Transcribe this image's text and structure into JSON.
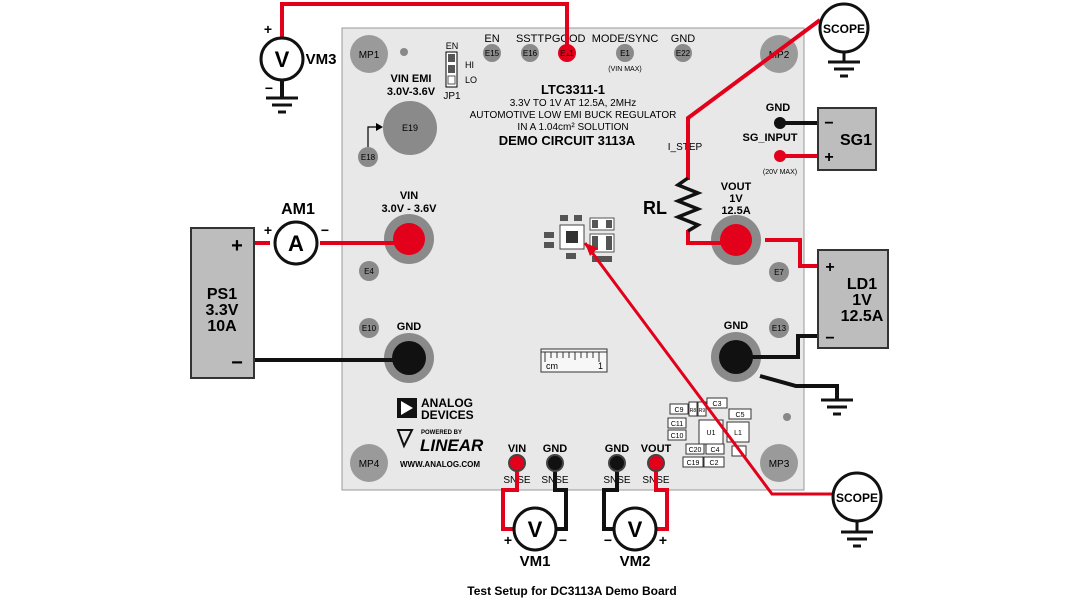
{
  "board": {
    "mp1": "MP1",
    "mp2": "MP2",
    "mp3": "MP3",
    "mp4": "MP4",
    "en": "EN",
    "sstt": "SSTT",
    "pgood": "PGOOD",
    "mode_sync": "MODE/SYNC",
    "gnd_top": "GND",
    "e15": "E15",
    "e16": "E16",
    "e11": "E11",
    "e1": "E1",
    "e22": "E22",
    "vin_max": "(VIN MAX)",
    "jp_en": "EN",
    "jp_hi": "HI",
    "jp_lo": "LO",
    "jp1": "JP1",
    "vin_emi": "VIN EMI",
    "vin_emi_range": "3.0V-3.6V",
    "e19": "E19",
    "e18": "E18",
    "title1": "LTC3311-1",
    "title2": "3.3V TO 1V AT 12.5A, 2MHz",
    "title3": "AUTOMOTIVE LOW EMI BUCK REGULATOR",
    "title4": "IN A 1.04cm² SOLUTION",
    "title5": "DEMO CIRCUIT 3113A",
    "vin": "VIN",
    "vin_range": "3.0V - 3.6V",
    "e4": "E4",
    "e10": "E10",
    "gnd_left": "GND",
    "vout": "VOUT",
    "vout_v": "1V",
    "vout_a": "12.5A",
    "e7": "E7",
    "e13": "E13",
    "gnd_right": "GND",
    "i_step": "I_STEP",
    "gnd_sg": "GND",
    "sg_input": "SG_INPUT",
    "sg_max": "(20V MAX)",
    "scale": "cm",
    "scale_one": "1",
    "brand1": "ANALOG",
    "brand2": "DEVICES",
    "powered_by": "POWERED BY",
    "linear": "LINEAR",
    "url": "WWW.ANALOG.COM",
    "sense_vin": "VIN",
    "sense_gnd1": "GND",
    "sense_gnd2": "GND",
    "sense_vout": "VOUT",
    "snse": "SNSE",
    "parts": [
      "C9",
      "R8",
      "R9",
      "C3",
      "C5",
      "C11",
      "C10",
      "U1",
      "L1",
      "C20",
      "C4",
      "C19",
      "C2"
    ]
  },
  "instruments": {
    "vm3": "VM3",
    "vm1": "VM1",
    "vm2": "VM2",
    "am1": "AM1",
    "scope": "SCOPE",
    "v": "V",
    "a": "A",
    "plus": "+",
    "minus": "−",
    "ps1_1": "PS1",
    "ps1_2": "3.3V",
    "ps1_3": "10A",
    "ld1_1": "LD1",
    "ld1_2": "1V",
    "ld1_3": "12.5A",
    "sg1": "SG1",
    "rl": "RL"
  },
  "caption": "Test Setup for DC3113A Demo Board",
  "colors": {
    "wire_red": "#e3001b",
    "wire_black": "#111111",
    "board": "#e7e7e7",
    "box": "#bdbdbd"
  }
}
